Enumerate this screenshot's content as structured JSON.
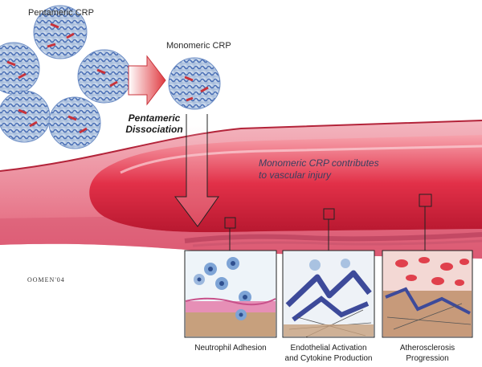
{
  "labels": {
    "pentameric": "Pentameric CRP",
    "monomeric": "Monomeric CRP",
    "dissociation_line1": "Pentameric",
    "dissociation_line2": "Dissociation",
    "injury_line1": "Monomeric CRP contributes",
    "injury_line2": "to vascular injury",
    "signature": "OOMEN'04"
  },
  "panels": [
    {
      "caption_line1": "Neutrophil Adhesion",
      "caption_line2": ""
    },
    {
      "caption_line1": "Endothelial Activation",
      "caption_line2": "and Cytokine Production"
    },
    {
      "caption_line1": "Atherosclerosis",
      "caption_line2": "Progression"
    }
  ],
  "colors": {
    "blood": "#d8203a",
    "vessel_wall": "#e8607a",
    "protein_blue": "#4a6fb5",
    "protein_red": "#c8323a",
    "arrow": "#d33a3a"
  }
}
